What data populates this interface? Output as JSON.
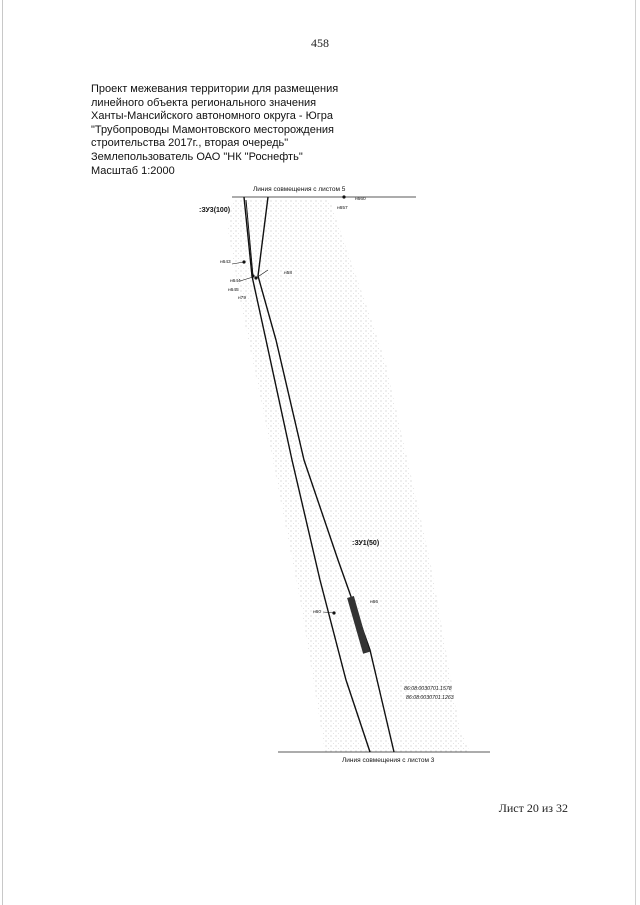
{
  "page_number": "458",
  "title_lines": [
    "Проект межевания территории для размещения",
    "линейного объекта регионального значения",
    "Ханты-Мансийского автономного округа - Югра",
    "\"Трубопроводы Мамонтовского месторождения",
    "строительства 2017г., вторая очередь\"",
    "Землепользователь ОАО \"НК \"Роснефть\"",
    "Масштаб 1:2000"
  ],
  "map": {
    "top_line_label": "Линия совмещения с листом 5",
    "bottom_line_label": "Линия совмещения с листом 3",
    "zone_label_1": ":ЗУ3(100)",
    "zone_label_2": ":ЗУ1(50)",
    "point_labels": [
      "н643",
      "н644",
      "н645",
      "н79",
      "н58",
      "н660",
      "н657",
      "н60",
      "н66"
    ],
    "cadastral_1": "86:08:0030701.1578",
    "cadastral_2": "86:08:0030701.1263"
  },
  "sheet_ref": "Лист 20 из 32"
}
